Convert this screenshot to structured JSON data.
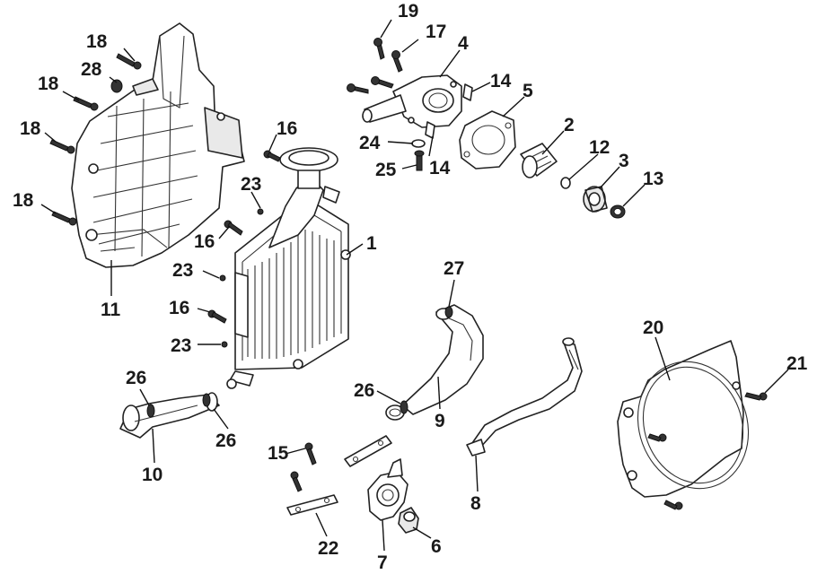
{
  "diagram": {
    "title": "",
    "callouts": {
      "c1": "1",
      "c2": "2",
      "c3": "3",
      "c4": "4",
      "c5": "5",
      "c6": "6",
      "c7": "7",
      "c8": "8",
      "c9": "9",
      "c10": "10",
      "c11": "11",
      "c12": "12",
      "c13": "13",
      "c14a": "14",
      "c14b": "14",
      "c15": "15",
      "c16a": "16",
      "c16b": "16",
      "c16c": "16",
      "c17": "17",
      "c18a": "18",
      "c18b": "18",
      "c18c": "18",
      "c18d": "18",
      "c19": "19",
      "c20": "20",
      "c21": "21",
      "c22": "22",
      "c23a": "23",
      "c23b": "23",
      "c23c": "23",
      "c24": "24",
      "c25": "25",
      "c26a": "26",
      "c26b": "26",
      "c26c": "26",
      "c27": "27",
      "c28": "28"
    }
  }
}
